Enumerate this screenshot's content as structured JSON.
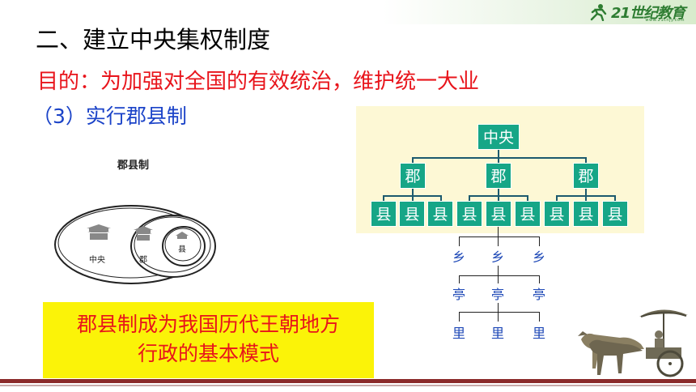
{
  "header": {
    "logo_text": "21世纪教育",
    "logo_url_text": "www.21cnjy.com"
  },
  "title": "二、建立中央集权制度",
  "purpose": "目的：为加强对全国的有效统治，维护统一大业",
  "subsection": "（3）实行郡县制",
  "diagram": {
    "title": "郡县制",
    "labels": {
      "center": "中央",
      "commandery": "郡",
      "county": "县"
    }
  },
  "highlight": {
    "line1": "郡县制成为我国历代王朝地方",
    "line2": "行政的基本模式"
  },
  "org_chart": {
    "root": "中央",
    "level2": [
      "郡",
      "郡",
      "郡"
    ],
    "level3": [
      "县",
      "县",
      "县",
      "县",
      "县",
      "县",
      "县",
      "县",
      "县"
    ],
    "level4": [
      "乡",
      "乡",
      "乡"
    ],
    "level5": [
      "亭",
      "亭",
      "亭"
    ],
    "level6": [
      "里",
      "里",
      "里"
    ],
    "colors": {
      "box": "#16a687",
      "background": "#fdf8d5",
      "lower_text": "#1c47b6"
    }
  },
  "colors": {
    "title": "#000000",
    "purpose": "#e8141b",
    "subsection": "#1b43c8",
    "highlight_bg": "#fbf308"
  }
}
